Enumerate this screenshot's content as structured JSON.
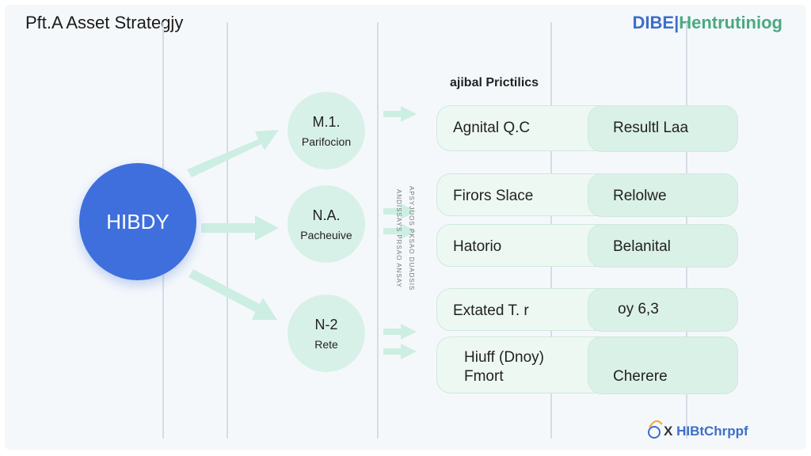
{
  "header": {
    "title": "Pft.A Asset Strategjy",
    "brand_part1": "DIBE|",
    "brand_part2": "Hentrutiniog"
  },
  "hub": {
    "label": "HIBDY"
  },
  "nodes": [
    {
      "code": "M.1.",
      "sub": "Parifocion"
    },
    {
      "code": "N.A.",
      "sub": "Pacheuive"
    },
    {
      "code": "N-2",
      "sub": "Rete"
    }
  ],
  "vertical_texts": [
    "ANDISSAYS PRSAO ANSAY",
    "APSYJUOS PKSAO DUADSIS"
  ],
  "list": {
    "title": "ajibal Prictilics",
    "rows": [
      {
        "left": "Agnital Q.C",
        "right": "Resultl Laa"
      },
      {
        "left": "Firors Slace",
        "right": "Relolwe"
      },
      {
        "left": "Hatorio",
        "right": "Belanital"
      },
      {
        "left": "Extated T. r",
        "right": "oy 6,3"
      },
      {
        "left_line1": "Hiuff (Dnoy)",
        "left_line2": "Fmort",
        "right": "Cherere"
      }
    ]
  },
  "footer": {
    "logo_text": "HIBtChrppf",
    "logo_prefix": "X"
  },
  "colors": {
    "hub": "#3f6fdc",
    "node": "#d8f1e8",
    "arrow": "#cdeee2",
    "brand_blue": "#3d6fc8",
    "brand_green": "#4aaa80"
  }
}
